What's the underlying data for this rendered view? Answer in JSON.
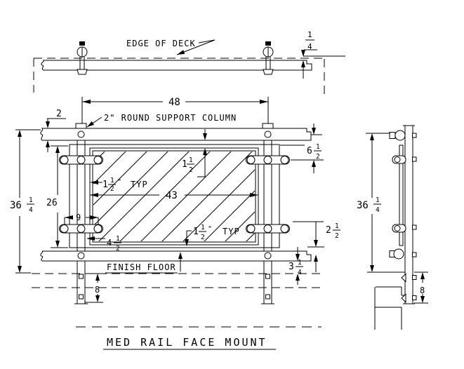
{
  "labels": {
    "edge_of_deck": "EDGE OF DECK",
    "support_column": "2\" ROUND SUPPORT COLUMN",
    "finish_floor": "FINISH FLOOR",
    "title": "MED RAIL FACE MOUNT"
  },
  "dims": {
    "deck_offset": {
      "num": "1",
      "den": "4"
    },
    "post_spacing": "48",
    "top_rail_dia": "2",
    "rail_to_glass": {
      "whole": "1",
      "num": "1",
      "den": "2"
    },
    "rail_to_bracket": {
      "whole": "6",
      "num": "1",
      "den": "2"
    },
    "overall_height_front": {
      "whole": "36",
      "num": "1",
      "den": "4"
    },
    "glass_height": "26",
    "bracket_bolt_span": "9",
    "post_to_glass": {
      "whole": "4",
      "num": "1",
      "den": "2"
    },
    "frame_typ_top": {
      "whole": "1",
      "num": "1",
      "den": "2",
      "unit": "\"",
      "typ": "TYP"
    },
    "glass_width": "43",
    "frame_typ_bottom": {
      "whole": "1",
      "num": "1",
      "den": "2",
      "unit": "\"",
      "typ": "TYP"
    },
    "bracket_to_rail": {
      "whole": "2",
      "num": "1",
      "den": "2"
    },
    "rail_to_floor": {
      "whole": "3",
      "num": "1",
      "den": "4"
    },
    "anchor_spacing_front": "8",
    "overall_height_side": {
      "whole": "36",
      "num": "1",
      "den": "4"
    },
    "anchor_spacing_side": "8"
  }
}
